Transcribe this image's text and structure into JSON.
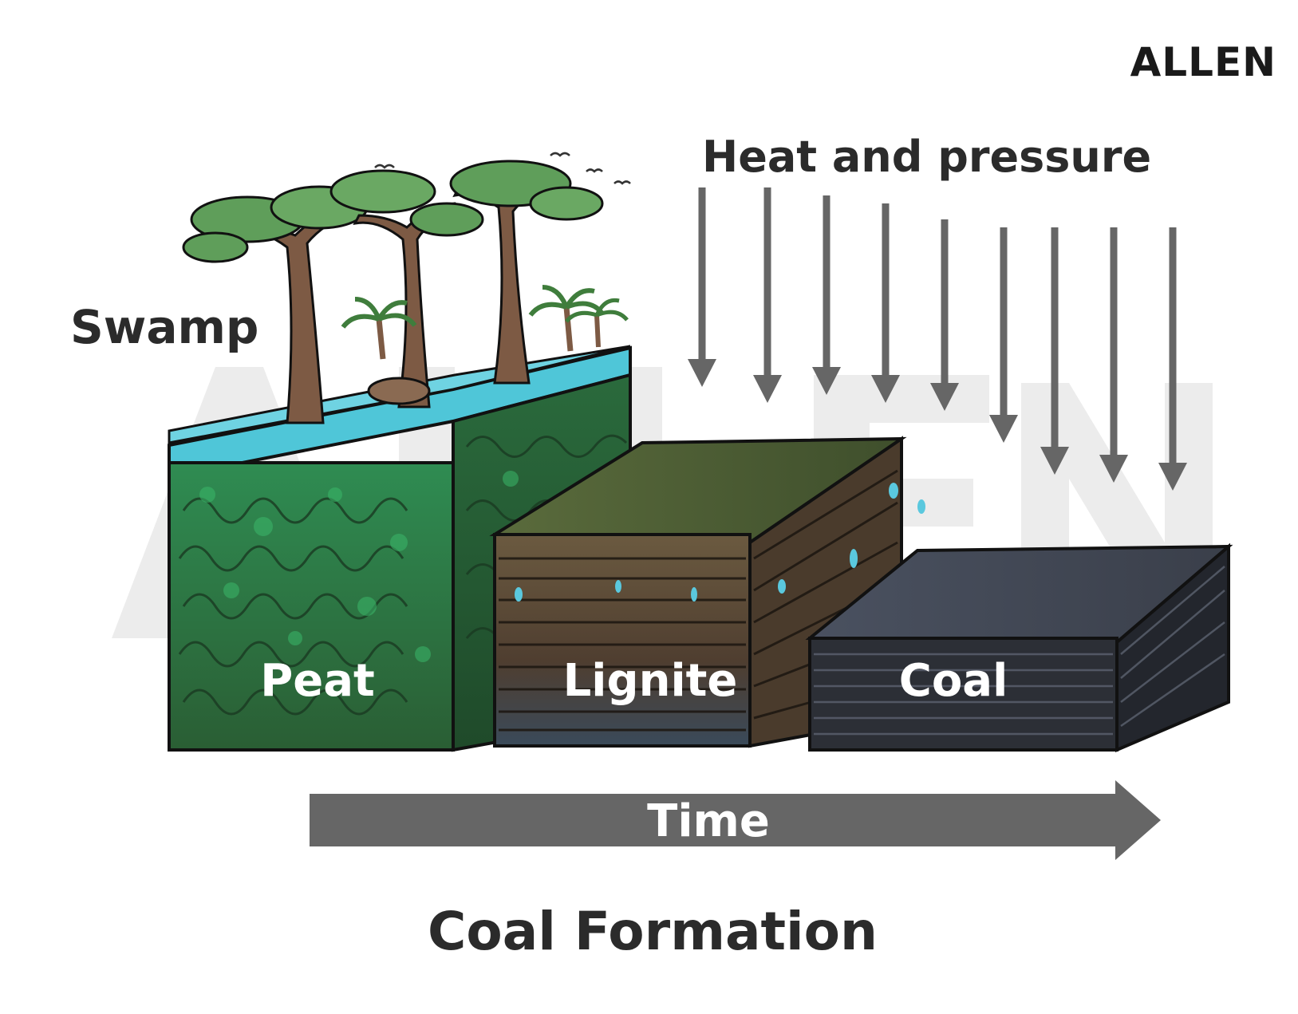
{
  "brand": {
    "logo_text": "ALLEN",
    "watermark_text": "ALLEN"
  },
  "labels": {
    "heat_pressure": "Heat and pressure",
    "swamp": "Swamp",
    "peat": "Peat",
    "lignite": "Lignite",
    "coal": "Coal",
    "time": "Time",
    "title": "Coal Formation"
  },
  "colors": {
    "dark_text": "#2b2b2b",
    "arrow_grey": "#666666",
    "peat_green": "#2f7d45",
    "swamp_water": "#4fc6d8",
    "lignite_brown": "#5e4a33",
    "coal_black": "#2c2f36",
    "tree_foliage": "#5f9e5a",
    "tree_trunk": "#7d5a44"
  },
  "icons": {
    "down_arrow": "down-arrow-icon",
    "time_arrow": "right-arrow-icon"
  }
}
